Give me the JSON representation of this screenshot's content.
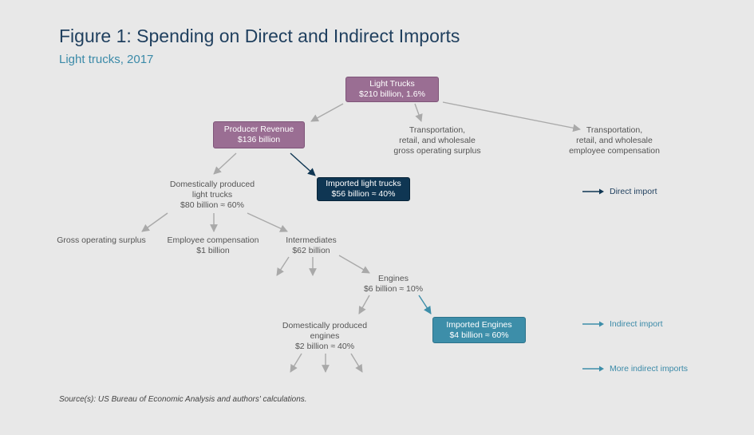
{
  "title": "Figure 1: Spending on Direct and Indirect Imports",
  "subtitle": "Light trucks, 2017",
  "nodes": {
    "light_trucks": {
      "line1": "Light Trucks",
      "line2": "$210 billion, 1.6%"
    },
    "producer_revenue": {
      "line1": "Producer Revenue",
      "line2": "$136 billion"
    },
    "transport_gos": {
      "line1": "Transportation,",
      "line2": "retail, and wholesale",
      "line3": "gross operating surplus"
    },
    "transport_comp": {
      "line1": "Transportation,",
      "line2": "retail, and wholesale",
      "line3": "employee compensation"
    },
    "domestic_trucks": {
      "line1": "Domestically produced",
      "line2": "light trucks",
      "line3": "$80 billion ≈ 60%"
    },
    "imported_trucks": {
      "line1": "Imported light trucks",
      "line2": "$56 billion ≈ 40%"
    },
    "gos": {
      "line1": "Gross operating surplus"
    },
    "employee_comp": {
      "line1": "Employee compensation",
      "line2": "$1 billion"
    },
    "intermediates": {
      "line1": "Intermediates",
      "line2": "$62 billion"
    },
    "engines": {
      "line1": "Engines",
      "line2": "$6 billion ≈ 10%"
    },
    "domestic_engines": {
      "line1": "Domestically produced",
      "line2": "engines",
      "line3": "$2 billion ≈ 40%"
    },
    "imported_engines": {
      "line1": "Imported Engines",
      "line2": "$4 billion ≈ 60%"
    }
  },
  "legend": {
    "direct": "Direct import",
    "indirect": "Indirect import",
    "more_indirect": "More indirect imports"
  },
  "colors": {
    "gray_arrow": "#a9a9a9",
    "direct": "#0f3653",
    "indirect": "#3d8ea9",
    "purple": "#9a6e93"
  },
  "source": "Source(s): US Bureau of Economic Analysis and authors' calculations."
}
